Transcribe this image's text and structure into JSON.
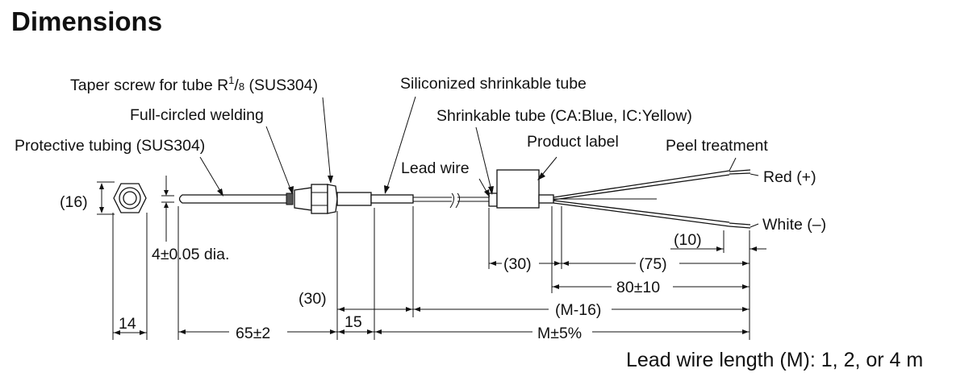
{
  "title": "Dimensions",
  "labels": {
    "taper_screw_main": "Taper screw for tube R",
    "taper_screw_sup": "1",
    "taper_screw_frac": "/",
    "taper_screw_sub": "8",
    "taper_screw_mat": " (SUS304)",
    "full_circled_welding": "Full-circled welding",
    "protective_tubing": "Protective tubing (SUS304)",
    "siliconized_tube": "Siliconized shrinkable tube",
    "shrinkable_tube": "Shrinkable tube (CA:Blue, IC:Yellow)",
    "product_label": "Product label",
    "peel_treatment": "Peel treatment",
    "lead_wire": "Lead wire",
    "red": "Red (+)",
    "white": "White (–)"
  },
  "dimensions": {
    "hex_height": "(16)",
    "diameter": "4±0.05 dia.",
    "hex_width": "14",
    "probe_length": "65±2",
    "thread_len": "(30)",
    "tube_15": "15",
    "m_minus_16": "(M-16)",
    "m_total": "M±5%",
    "peel_10": "(10)",
    "label_30": "(30)",
    "wire_75": "(75)",
    "wire_80": "80±10"
  },
  "note": "Lead wire length (M): 1, 2, or 4 m"
}
